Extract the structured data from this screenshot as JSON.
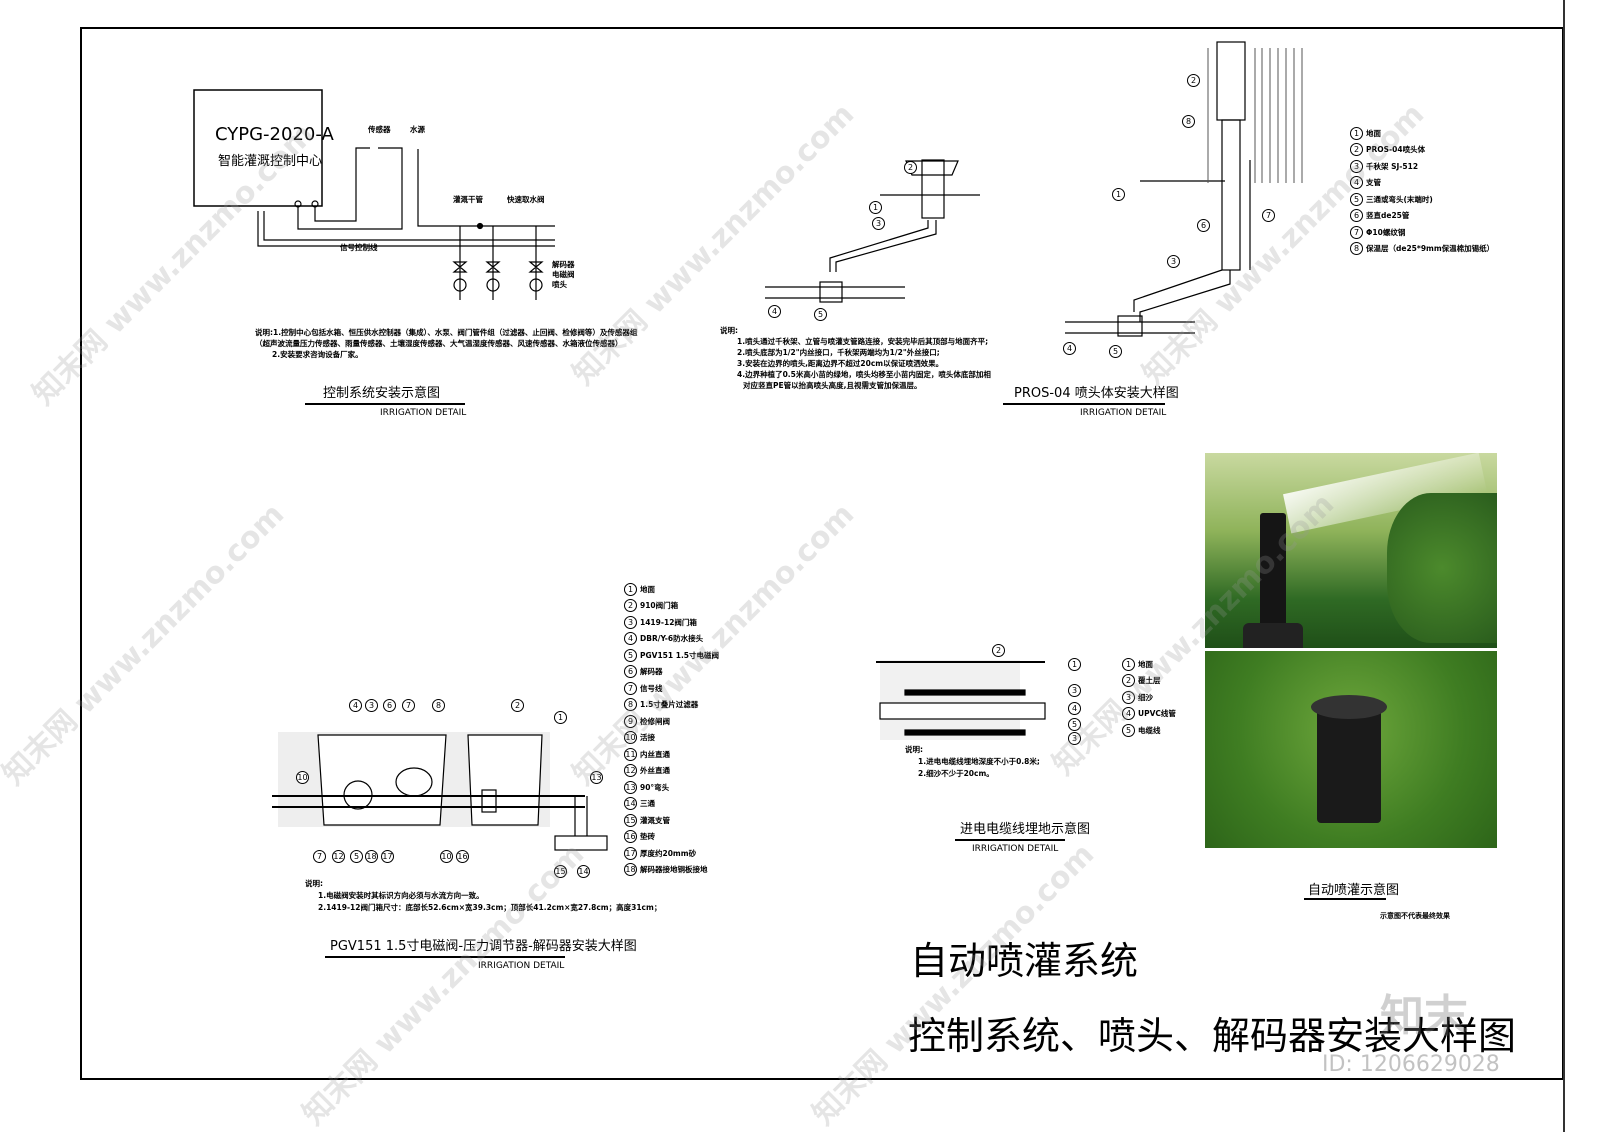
{
  "control_system": {
    "model": "CYPG-2020-A",
    "center": "智能灌溉控制中心",
    "labels": {
      "sensor": "传感器",
      "water_source": "水源",
      "main_pipe": "灌溉干管",
      "quick_valve": "快速取水阀",
      "signal_line": "信号控制线",
      "decoder": "解码器",
      "solenoid": "电磁阀",
      "nozzle": "喷头"
    },
    "notes": [
      "说明:1.控制中心包括水箱、恒压供水控制器（集成）、水泵、阀门管件组（过滤器、止回阀、检修阀等）及传感器组",
      "（超声波流量压力传感器、雨量传感器、土壤湿度传感器、大气温湿度传感器、风速传感器、水箱液位传感器）",
      "2.安装要求咨询设备厂家。"
    ],
    "title": "控制系统安装示意图",
    "subtitle": "IRRIGATION   DETAIL"
  },
  "sprinkler_small": {
    "notes": [
      "说明:",
      "1.喷头通过千秋架、立管与喷灌支管路连接，安装完毕后其顶部与地面齐平;",
      "2.喷头底部为1/2\"内丝接口，千秋架两端均为1/2\"外丝接口;",
      "3.安装在边界的喷头,距离边界不超过20cm以保证喷洒效果。",
      "4.边界种植了0.5米高小苗的绿地，喷头均移至小苗内固定，喷头体底部加相",
      "对应竖直PE管以抬高喷头高度,且视需支管加保温层。"
    ],
    "callouts": [
      "1",
      "2",
      "3",
      "4",
      "5"
    ]
  },
  "pros04": {
    "legend": [
      "地面",
      "PROS-04喷头体",
      "千秋架 SJ-512",
      "支管",
      "三通或弯头(末端时)",
      "竖直de25管",
      "Φ10螺纹钢",
      "保温层（de25*9mm保温棉加锡纸）"
    ],
    "callouts": [
      "1",
      "2",
      "3",
      "4",
      "5",
      "6",
      "7",
      "8"
    ],
    "title": "PROS-04 喷头体安装大样图",
    "subtitle": "IRRIGATION   DETAIL"
  },
  "valve_box": {
    "legend": [
      "地面",
      "910阀门箱",
      "1419-12阀门箱",
      "DBR/Y-6防水接头",
      "PGV151 1.5寸电磁阀",
      "解码器",
      "信号线",
      "1.5寸叠片过滤器",
      "检修闸阀",
      "活接",
      "内丝直通",
      "外丝直通",
      "90°弯头",
      "三通",
      "灌溉支管",
      "垫砖",
      "厚度约20mm砂",
      "解码器接地铜板接地"
    ],
    "callouts_top": [
      "4",
      "3",
      "6",
      "7",
      "8",
      "2",
      "1"
    ],
    "callouts_bottom": [
      "7",
      "12",
      "5",
      "18",
      "17",
      "10",
      "16"
    ],
    "callouts_side": [
      "10",
      "13",
      "15",
      "14"
    ],
    "notes": [
      "说明:",
      "1.电磁阀安装时其标识方向必须与水流方向一致。",
      "2.1419-12阀门箱尺寸：底部长52.6cm×宽39.3cm；顶部长41.2cm×宽27.8cm；高度31cm；"
    ],
    "title": "PGV151 1.5寸电磁阀-压力调节器-解码器安装大样图",
    "subtitle": "IRRIGATION   DETAIL"
  },
  "cable": {
    "legend": [
      "地面",
      "覆土层",
      "细沙",
      "UPVC线管",
      "电缆线"
    ],
    "callouts": [
      "2",
      "1",
      "3",
      "4",
      "5",
      "3"
    ],
    "notes": [
      "说明:",
      "1.进电电缆线埋地深度不小于0.8米;",
      "2.细沙不少于20cm。"
    ],
    "title": "进电电缆线埋地示意图",
    "subtitle": "IRRIGATION   DETAIL"
  },
  "photo": {
    "title": "自动喷灌示意图",
    "note": "示意图不代表最终效果"
  },
  "sheet_title": {
    "line1": "自动喷灌系统",
    "line2": "控制系统、喷头、解码器安装大样图"
  },
  "watermark": {
    "text": "知末网 www.znzmo.com",
    "logo": "知末",
    "id": "ID: 1206629028"
  }
}
